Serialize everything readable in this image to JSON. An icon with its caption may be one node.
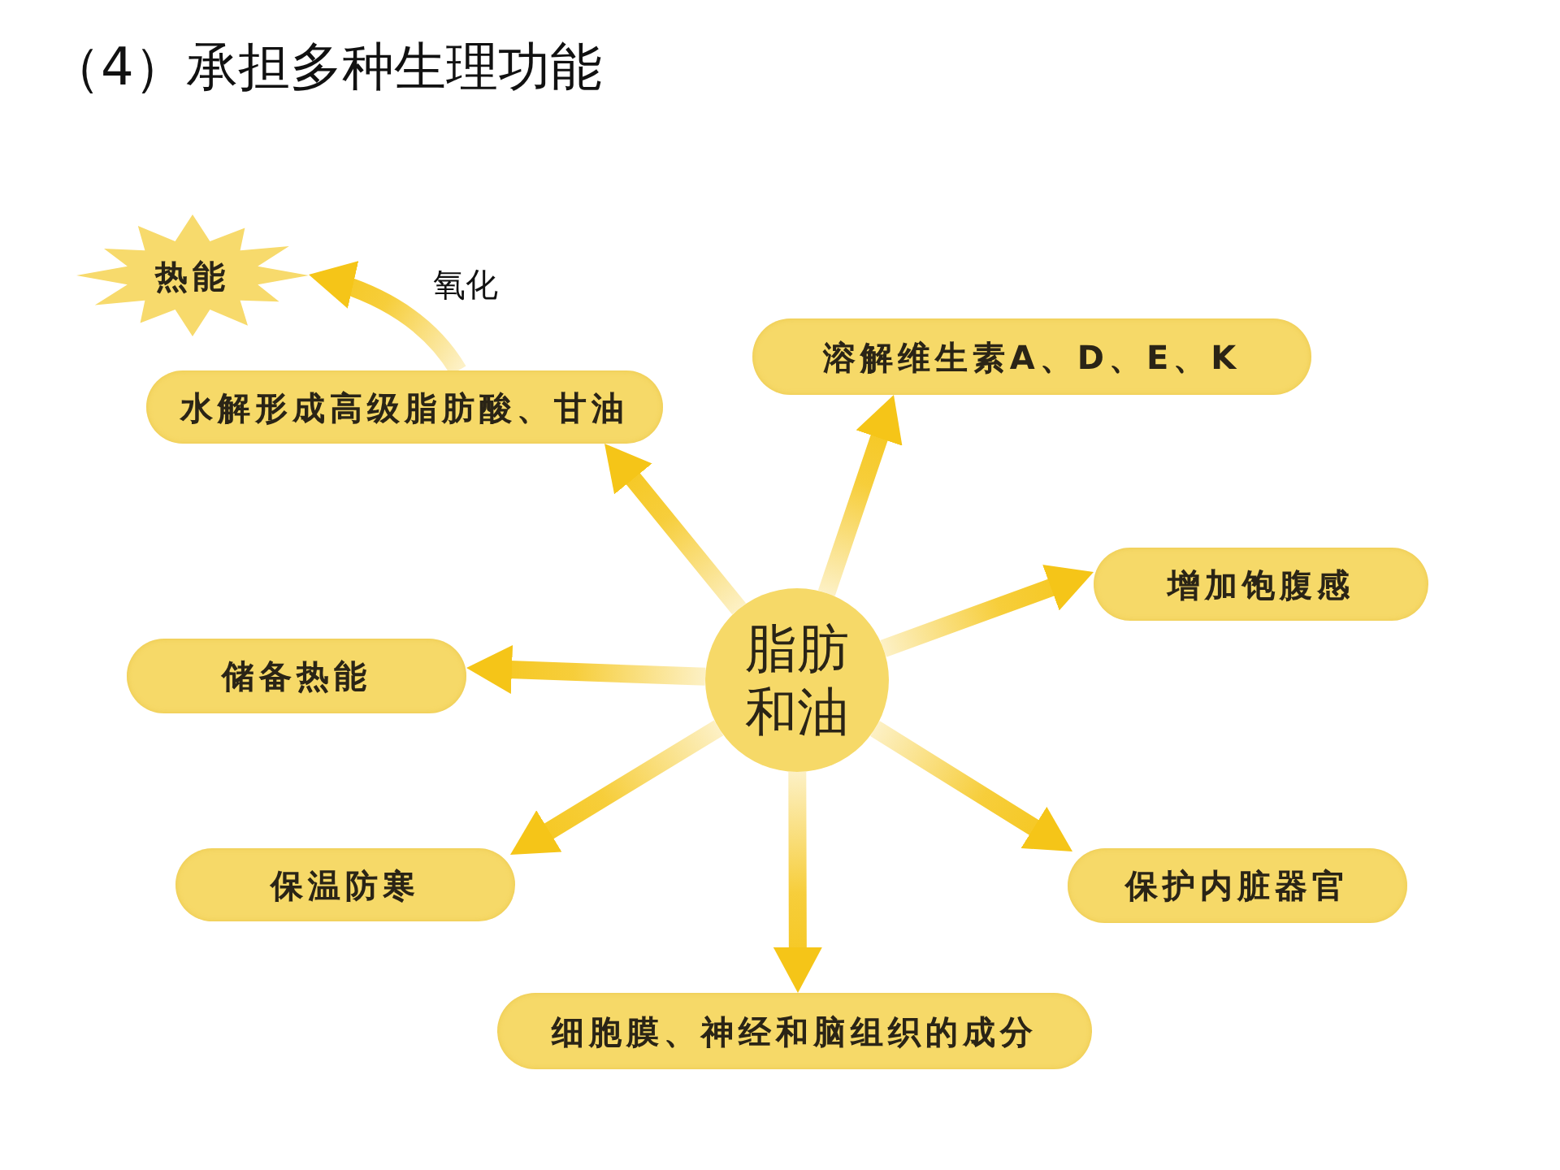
{
  "diagram": {
    "title": "（4）承担多种生理功能",
    "nodes": [
      {
        "text": [
          "热能"
        ]
      },
      {
        "text": [
          "水解形成高级脂肪酸、甘油"
        ]
      },
      {
        "text": [
          "溶解维生素A、D、E、K"
        ]
      },
      {
        "text": [
          "增加饱腹感"
        ]
      },
      {
        "text": [
          "储备热能"
        ]
      },
      {
        "text": [
          "脂肪和油"
        ]
      },
      {
        "text": [
          "保温防寒"
        ]
      },
      {
        "text": [
          "保护内脏器官"
        ]
      },
      {
        "text": [
          "细胞膜、神经和脑组织的成分"
        ]
      }
    ],
    "edges": [
      {
        "from": 1,
        "to": 0,
        "arrow": "to",
        "label": "氧化"
      },
      {
        "from": 5,
        "to": 1,
        "arrow": "to"
      },
      {
        "from": 5,
        "to": 2,
        "arrow": "to"
      },
      {
        "from": 5,
        "to": 3,
        "arrow": "to"
      },
      {
        "from": 5,
        "to": 4,
        "arrow": "to"
      },
      {
        "from": 5,
        "to": 6,
        "arrow": "to"
      },
      {
        "from": 5,
        "to": 7,
        "arrow": "to"
      },
      {
        "from": 5,
        "to": 8,
        "arrow": "to"
      }
    ]
  }
}
